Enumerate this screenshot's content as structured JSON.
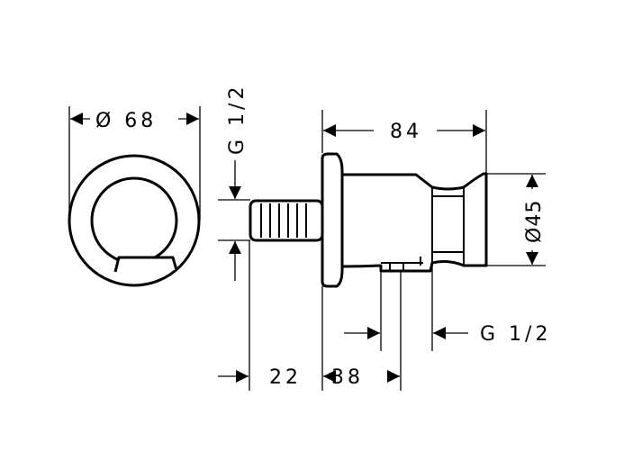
{
  "drawing": {
    "front_view_diameter": "Ø 68",
    "inlet_thread": "G 1/2",
    "overall_length": "84",
    "head_diameter": "Ø45",
    "outlet_thread": "G 1/2",
    "thread_length": "22",
    "outlet_offset": "38"
  },
  "colors": {
    "line": "#000000",
    "background": "#ffffff"
  }
}
